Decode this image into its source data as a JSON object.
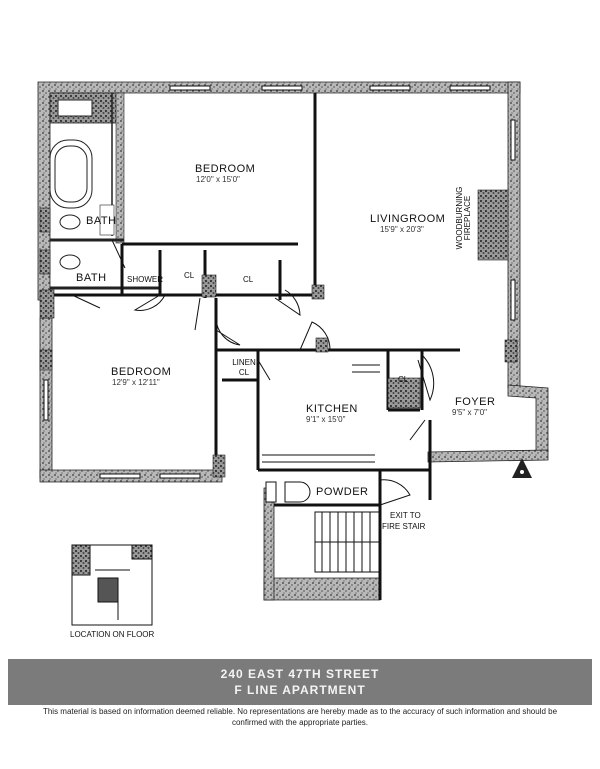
{
  "rooms": {
    "bedroom1": {
      "name": "BEDROOM",
      "dims": "12'0\" x 15'0\""
    },
    "living": {
      "name": "LIVINGROOM",
      "dims": "15'9\" x 20'3\""
    },
    "bath1": {
      "name": "BATH"
    },
    "bath2": {
      "name": "BATH"
    },
    "shower": {
      "name": "SHOWER"
    },
    "cl1": {
      "name": "CL"
    },
    "cl2": {
      "name": "CL"
    },
    "fireplace": {
      "name": "WOODBURNING FIREPLACE"
    },
    "bedroom2": {
      "name": "BEDROOM",
      "dims": "12'9\" x 12'11\""
    },
    "linen": {
      "name": "LINEN CL"
    },
    "kitchen": {
      "name": "KITCHEN",
      "dims": "9'1\" x 15'0\""
    },
    "cl3": {
      "name": "CL"
    },
    "foyer": {
      "name": "FOYER",
      "dims": "9'5\" x 7'0\""
    },
    "powder": {
      "name": "POWDER"
    },
    "exit": {
      "line1": "EXIT TO",
      "line2": "FIRE STAIR"
    }
  },
  "location": {
    "caption": "LOCATION ON FLOOR"
  },
  "banner": {
    "line1": "240 EAST 47TH STREET",
    "line2": "F LINE APARTMENT"
  },
  "disclaimer": "This material is based on information deemed reliable. No representations are hereby made as to the accuracy of such information and should be confirmed with the appropriate parties.",
  "colors": {
    "wall": "#a0a0a0",
    "ink": "#111111",
    "banner": "#7b7b7b"
  }
}
